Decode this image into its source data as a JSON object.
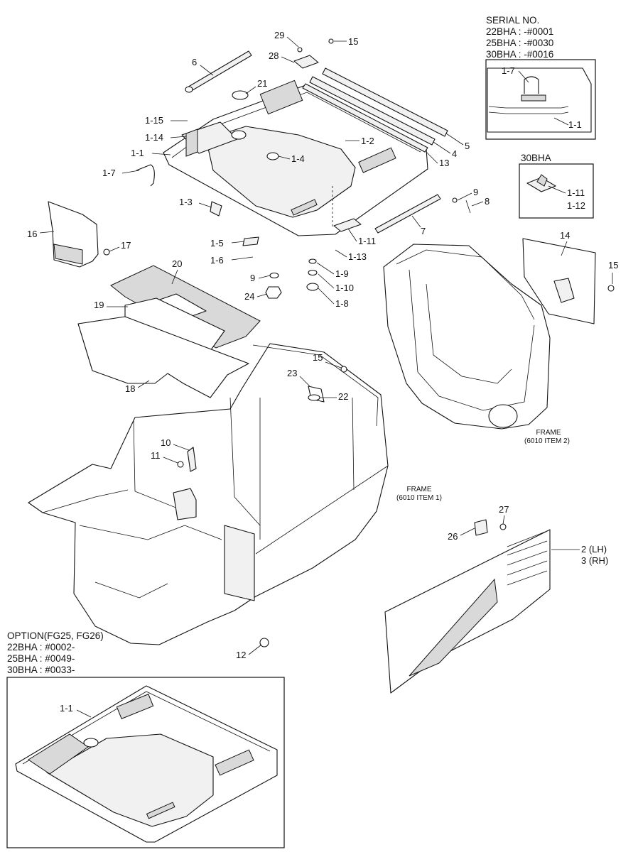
{
  "serial_box": {
    "title": "SERIAL NO.",
    "lines": [
      "22BHA : -#0001",
      "25BHA : -#0030",
      "30BHA : -#0016"
    ],
    "part_labels": [
      "1-7",
      "1-1"
    ]
  },
  "bha30_box": {
    "title": "30BHA",
    "part_labels": [
      "1-11",
      "1-12"
    ]
  },
  "option_box": {
    "title": "OPTION(FG25, FG26)",
    "lines": [
      "22BHA : #0002-",
      "25BHA : #0049-",
      "30BHA : #0033-"
    ],
    "part_label": "1-1"
  },
  "frame_notes": {
    "frame1_title": "FRAME",
    "frame1_sub": "(6010 ITEM 1)",
    "frame2_title": "FRAME",
    "frame2_sub": "(6010 ITEM 2)"
  },
  "callouts": {
    "p29": "29",
    "p15_top": "15",
    "p28": "28",
    "p6": "6",
    "p21": "21",
    "p1_15": "1-15",
    "p1_14": "1-14",
    "p1_1": "1-1",
    "p1_7": "1-7",
    "p1_2": "1-2",
    "p1_4": "1-4",
    "p13": "13",
    "p4": "4",
    "p5": "5",
    "p9_right": "9",
    "p8_right": "8",
    "p7": "7",
    "p1_3": "1-3",
    "p16": "16",
    "p17": "17",
    "p1_5": "1-5",
    "p1_6": "1-6",
    "p1_11": "1-11",
    "p1_13": "1-13",
    "p9_mid": "9",
    "p24": "24",
    "p1_9": "1-9",
    "p1_10": "1-10",
    "p1_8": "1-8",
    "p20": "20",
    "p19": "19",
    "p18": "18",
    "p14": "14",
    "p15_right": "15",
    "p15_mid": "15",
    "p23": "23",
    "p22": "22",
    "p10": "10",
    "p11": "11",
    "p12": "12",
    "p27": "27",
    "p26": "26",
    "p2": "2 (LH)",
    "p3": "3 (RH)"
  }
}
